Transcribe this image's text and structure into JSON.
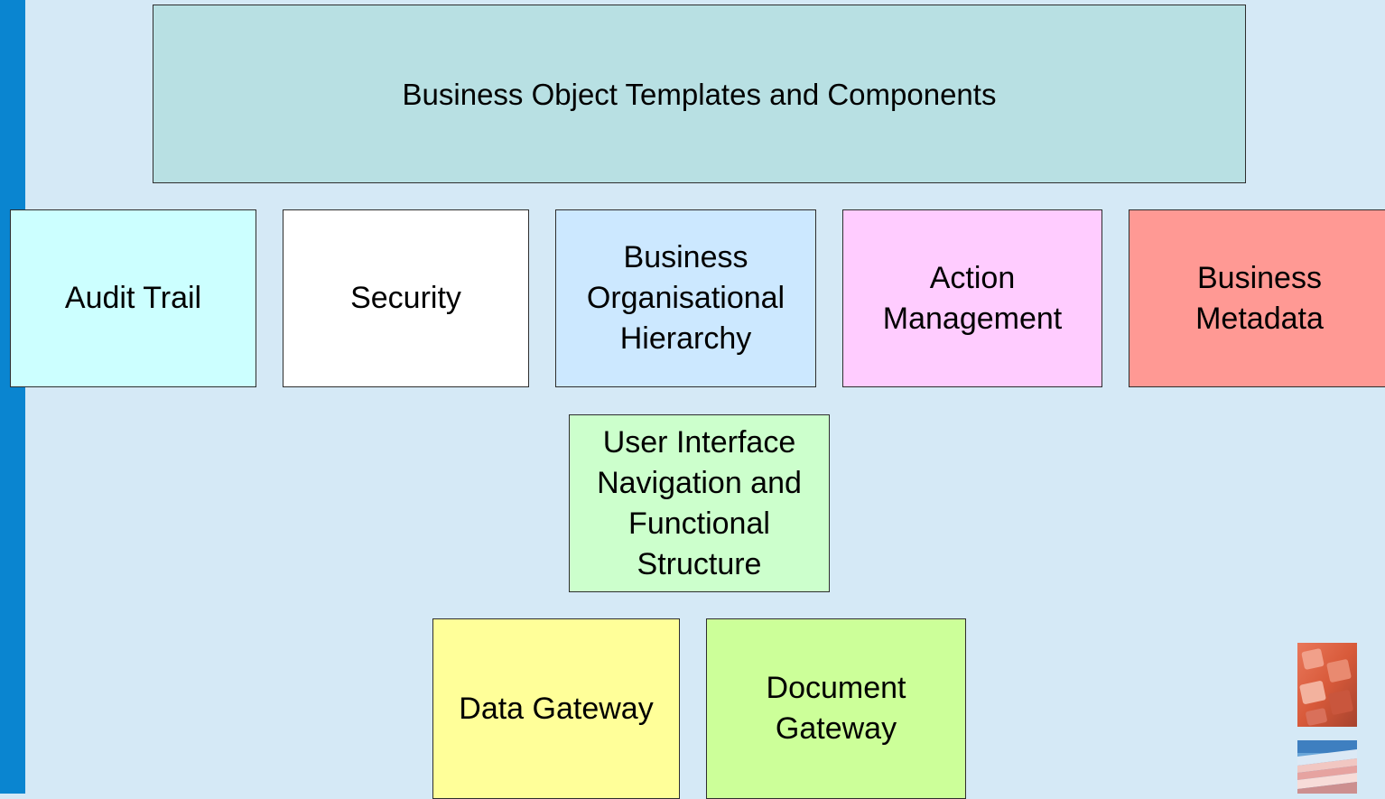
{
  "diagram": {
    "top": {
      "label": "Business Object Templates and Components",
      "color": "#b8e0e3"
    },
    "row1": [
      {
        "label": "Audit Trail",
        "color": "#ccffff"
      },
      {
        "label": "Security",
        "color": "#ffffff"
      },
      {
        "label": "Business\nOrganisational\nHierarchy",
        "color": "#cce8ff"
      },
      {
        "label": "Action\nManagement",
        "color": "#ffccff"
      },
      {
        "label": "Business\nMetadata",
        "color": "#ff9994"
      }
    ],
    "middle": {
      "label": "User Interface\nNavigation and\nFunctional\nStructure",
      "color": "#ccffcc"
    },
    "bottom": [
      {
        "label": "Data Gateway",
        "color": "#ffff99"
      },
      {
        "label": "Document\nGateway",
        "color": "#ccff99"
      }
    ]
  },
  "decorations": {
    "image_top": "keyboard-photo",
    "image_bottom": "books-photo"
  }
}
